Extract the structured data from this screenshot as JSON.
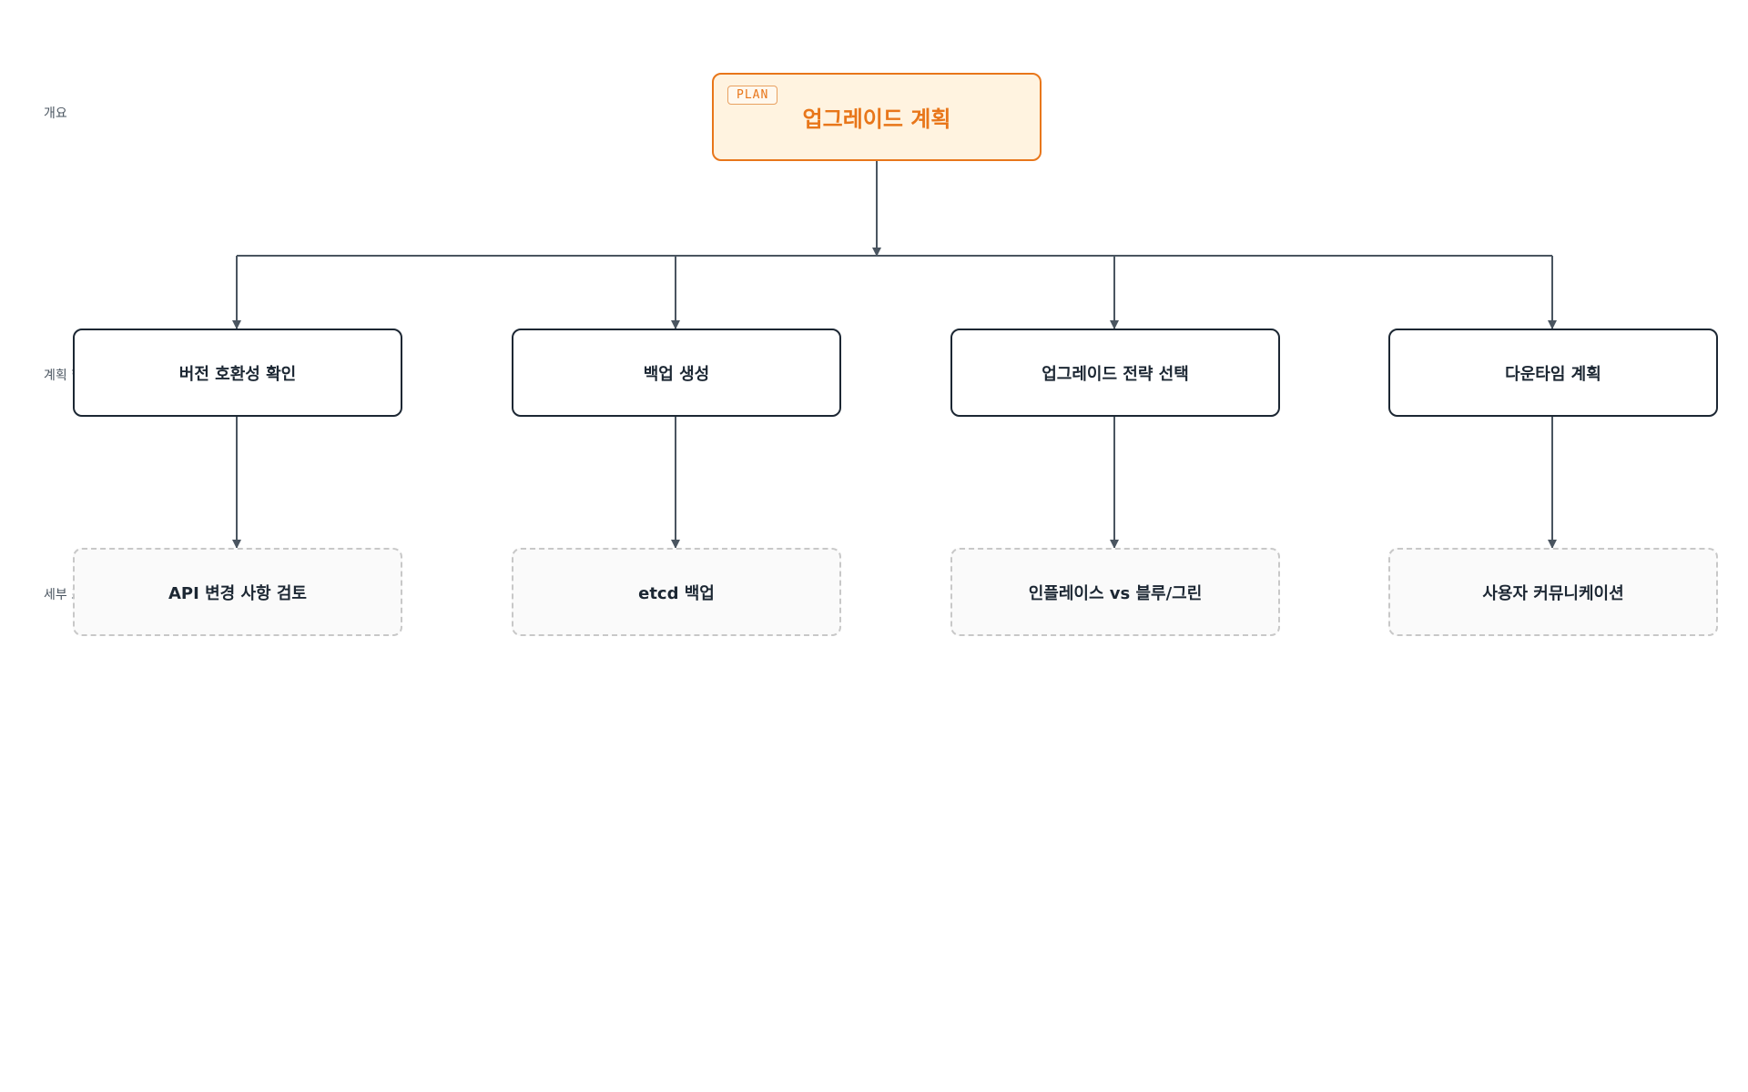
{
  "lanes": {
    "overview": "개요",
    "plan_items": "계획 항목",
    "details": "세부 조치"
  },
  "root": {
    "badge": "PLAN",
    "title": "업그레이드 계획"
  },
  "items": [
    {
      "label": "버전 호환성 확인",
      "detail": "API 변경 사항 검토"
    },
    {
      "label": "백업 생성",
      "detail": "etcd 백업"
    },
    {
      "label": "업그레이드 전략 선택",
      "detail": "인플레이스 vs 블루/그린"
    },
    {
      "label": "다운타임 계획",
      "detail": "사용자 커뮤니케이션"
    }
  ],
  "colors": {
    "accent": "#e8761a",
    "root_fill": "#fff3e0",
    "node_border": "#1c2733",
    "detail_border": "#c8c8c8",
    "connector": "#4a5560"
  }
}
